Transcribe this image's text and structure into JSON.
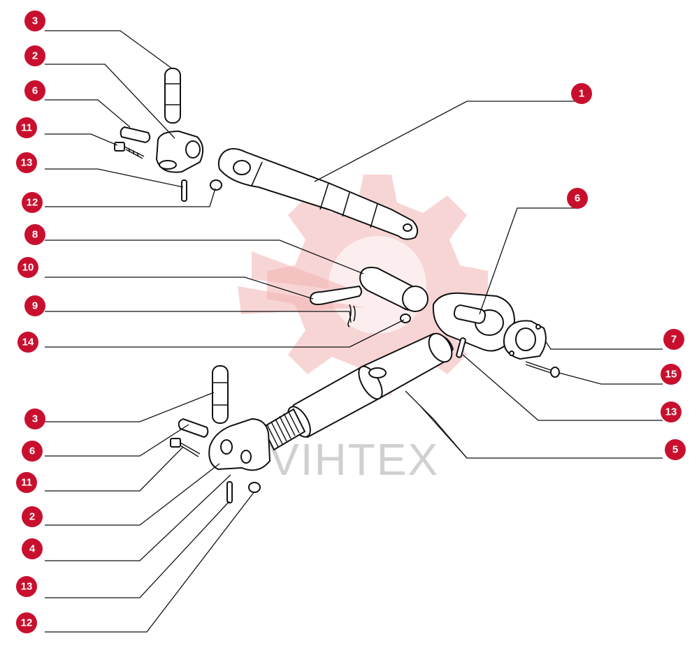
{
  "diagram": {
    "watermark_text": "VIHTEX",
    "callouts": [
      {
        "id": "c-3-top",
        "label": "3"
      },
      {
        "id": "c-2-top",
        "label": "2"
      },
      {
        "id": "c-6-top",
        "label": "6"
      },
      {
        "id": "c-11-top",
        "label": "11"
      },
      {
        "id": "c-13-top",
        "label": "13"
      },
      {
        "id": "c-12-top",
        "label": "12"
      },
      {
        "id": "c-8",
        "label": "8"
      },
      {
        "id": "c-10",
        "label": "10"
      },
      {
        "id": "c-9",
        "label": "9"
      },
      {
        "id": "c-14",
        "label": "14"
      },
      {
        "id": "c-3-bot",
        "label": "3"
      },
      {
        "id": "c-6-bot",
        "label": "6"
      },
      {
        "id": "c-11-bot",
        "label": "11"
      },
      {
        "id": "c-2-bot",
        "label": "2"
      },
      {
        "id": "c-4",
        "label": "4"
      },
      {
        "id": "c-13-bot",
        "label": "13"
      },
      {
        "id": "c-12-bot",
        "label": "12"
      },
      {
        "id": "c-1",
        "label": "1"
      },
      {
        "id": "c-6-right",
        "label": "6"
      },
      {
        "id": "c-7",
        "label": "7"
      },
      {
        "id": "c-15",
        "label": "15"
      },
      {
        "id": "c-13-right",
        "label": "13"
      },
      {
        "id": "c-5",
        "label": "5"
      }
    ]
  }
}
